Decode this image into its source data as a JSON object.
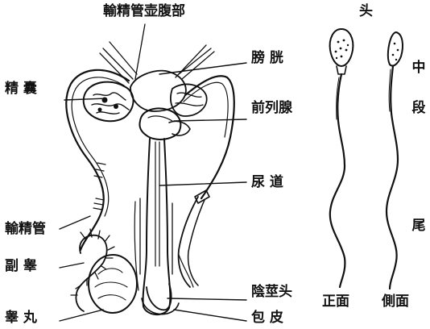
{
  "colors": {
    "ink": "#111111",
    "paper": "#ffffff"
  },
  "labels": {
    "vas_ampulla": "輸精管壶腹部",
    "head": "头",
    "seminal_vesicle": "精 囊",
    "bladder": "膀 胱",
    "prostate": "前列腺",
    "middle_1": "中",
    "middle_2": "段",
    "urethra": "尿 道",
    "vas_deferens": "輸精管",
    "tail": "尾",
    "epididymis": "副 睾",
    "glans": "陰莖头",
    "front_view": "正面",
    "side_view": "側面",
    "testis": "睾 丸",
    "foreskin": "包 皮"
  }
}
